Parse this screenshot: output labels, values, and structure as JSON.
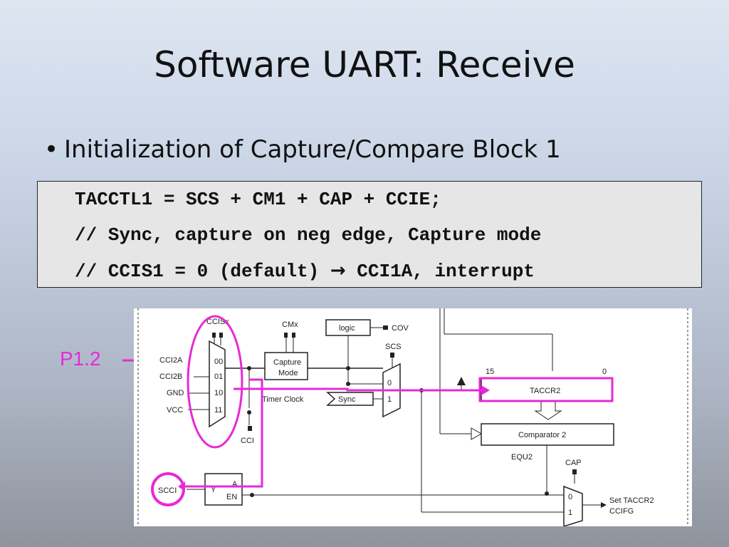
{
  "slide": {
    "title": "Software UART: Receive",
    "bullet": "Initialization of Capture/Compare Block 1",
    "code": {
      "line1": "TACCTL1 = SCS + CM1 + CAP + CCIE;",
      "line2": "// Sync, capture on neg edge, Capture mode",
      "line3_pre": "// CCIS1 = 0 (default) ",
      "line3_arrow": "→",
      "line3_post": " CCI1A, interrupt"
    },
    "annotation_label": "P1.2"
  },
  "diagram": {
    "ccisx": "CCISx",
    "inputs": [
      "CCI2A",
      "CCI2B",
      "GND",
      "VCC"
    ],
    "mux_codes": [
      "00",
      "01",
      "10",
      "11"
    ],
    "cmx": "CMx",
    "logic": "logic",
    "cov": "COV",
    "scs": "SCS",
    "capture_mode_1": "Capture",
    "capture_mode_2": "Mode",
    "timer_clock": "Timer Clock",
    "sync": "Sync",
    "scs_mux_0": "0",
    "scs_mux_1": "1",
    "bit15": "15",
    "bit0": "0",
    "taccr2": "TACCR2",
    "comparator": "Comparator 2",
    "equ2": "EQU2",
    "cci": "CCI",
    "cap": "CAP",
    "scci": "SCCI",
    "latch_y": "Y",
    "latch_a": "A",
    "latch_en": "EN",
    "cap_mux_0": "0",
    "cap_mux_1": "1",
    "set_taccr2": "Set TACCR2",
    "ccifg": "CCIFG"
  },
  "colors": {
    "highlight": "#e62ad6",
    "line": "#222222"
  }
}
